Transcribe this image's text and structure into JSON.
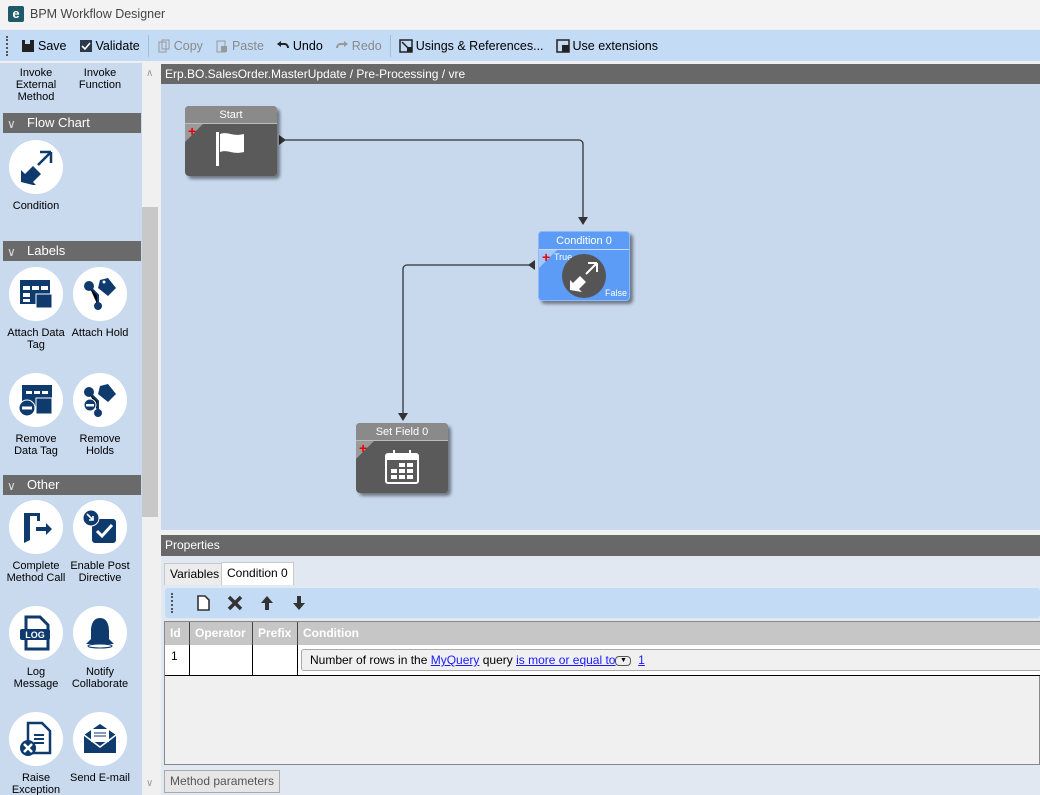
{
  "app": {
    "title": "BPM Workflow Designer",
    "logo": "e"
  },
  "toolbar": {
    "save": "Save",
    "validate": "Validate",
    "copy": "Copy",
    "paste": "Paste",
    "undo": "Undo",
    "redo": "Redo",
    "usings": "Usings & References...",
    "use_ext": "Use extensions"
  },
  "toolbox": {
    "top_items": [
      "Invoke External Method",
      "Invoke Function"
    ],
    "groups": [
      {
        "label": "Flow Chart",
        "items": [
          "Condition"
        ]
      },
      {
        "label": "Labels",
        "items": [
          "Attach Data Tag",
          "Attach Hold",
          "Remove Data Tag",
          "Remove Holds"
        ]
      },
      {
        "label": "Other",
        "items": [
          "Complete Method Call",
          "Enable Post Directive",
          "Log Message",
          "Notify Collaborate",
          "Raise Exception",
          "Send E-mail"
        ]
      }
    ]
  },
  "canvas": {
    "breadcrumb": "Erp.BO.SalesOrder.MasterUpdate / Pre-Processing / vre",
    "nodes": {
      "start": "Start",
      "condition": "Condition 0",
      "condition_true": "True",
      "condition_false": "False",
      "setfield": "Set Field 0"
    }
  },
  "properties": {
    "title": "Properties",
    "tabs": [
      "Variables",
      "Condition 0"
    ],
    "columns": [
      "Id",
      "Operator",
      "Prefix",
      "Condition"
    ],
    "row": {
      "id": "1",
      "operator": "",
      "prefix": "",
      "cond_pre": "Number of rows in the ",
      "cond_query": "MyQuery",
      "cond_mid": " query ",
      "cond_op": "is more or equal to",
      "cond_val": "1"
    },
    "bottom_tab": "Method parameters"
  },
  "colors": {
    "accent": "#5c9cf6",
    "toolbar": "#c3dbf5",
    "icon": "#0e3a6e"
  }
}
